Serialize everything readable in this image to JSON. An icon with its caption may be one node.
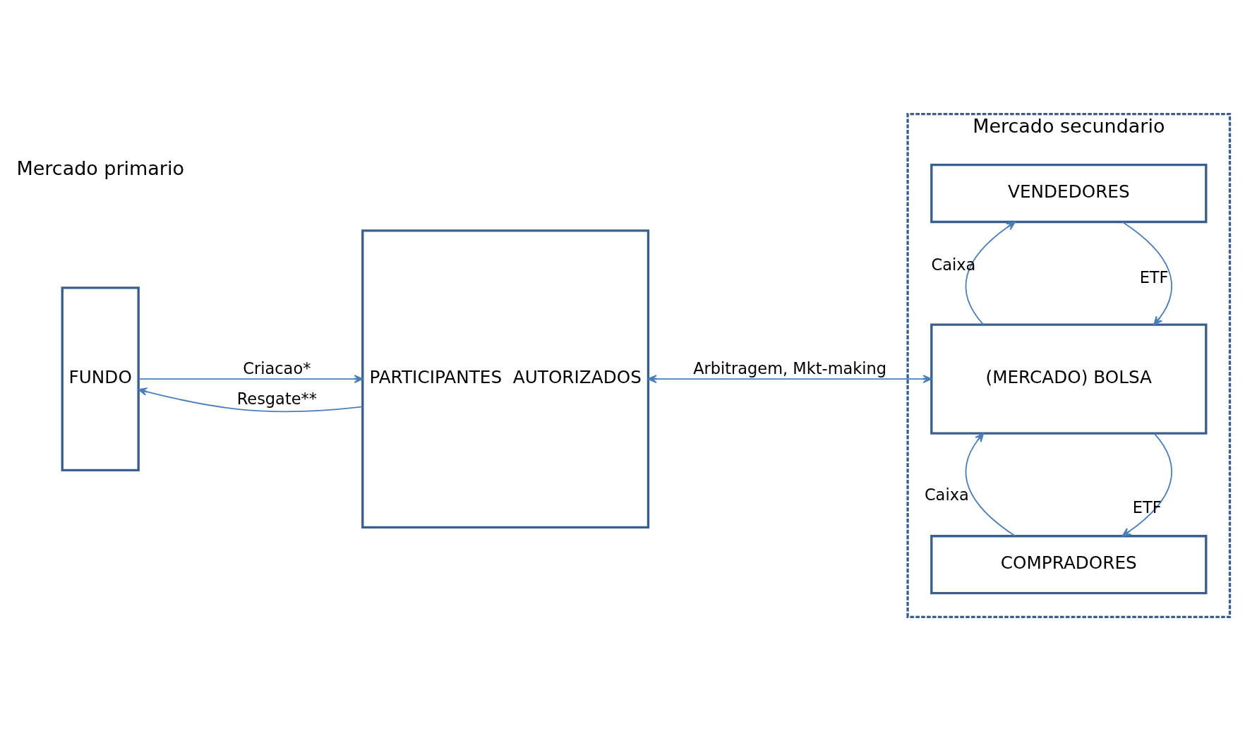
{
  "diagram": {
    "nodes": [
      {
        "text": [
          "FUNDO"
        ]
      },
      {
        "text": [
          "PARTICIPANTES  AUTORIZADOS"
        ]
      },
      {
        "text": [
          "Mercado secundario"
        ]
      },
      {
        "text": [
          "VENDEDORES"
        ],
        "in": 2
      },
      {
        "text": [
          "(MERCADO) BOLSA"
        ],
        "in": 2
      },
      {
        "text": [
          "COMPRADORES"
        ],
        "in": 2
      }
    ],
    "edges": [
      {
        "from": 0,
        "to": 1,
        "arrow": "to",
        "label": "Criacao*"
      },
      {
        "from": 1,
        "to": 0,
        "arrow": "to",
        "label": "Resgate**"
      },
      {
        "from": 1,
        "to": 4,
        "arrow": "both",
        "label": "Arbitragem, Mkt-making"
      },
      {
        "from": 3,
        "to": 4,
        "arrow": "to",
        "label": "ETF"
      },
      {
        "from": 4,
        "to": 3,
        "arrow": "to",
        "label": "Caixa"
      },
      {
        "from": 4,
        "to": 5,
        "arrow": "to",
        "label": "ETF"
      },
      {
        "from": 5,
        "to": 4,
        "arrow": "to",
        "label": "Caixa"
      }
    ],
    "labels": [
      "Mercado primario"
    ]
  }
}
